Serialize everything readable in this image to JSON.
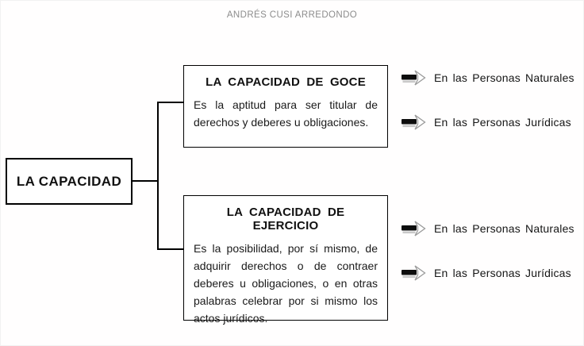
{
  "header": {
    "author": "ANDRÉS CUSI ARREDONDO"
  },
  "root": {
    "title": "LA CAPACIDAD"
  },
  "branches": [
    {
      "title": "LA CAPACIDAD DE GOCE",
      "description": "Es la aptitud para ser titular de derechos y deberes u obligaciones.",
      "targets": [
        "En las Personas Naturales",
        "En las Personas Jurídicas"
      ]
    },
    {
      "title": "LA CAPACIDAD DE EJERCICIO",
      "description": "Es la posibilidad, por sí mismo, de adquirir derechos o de contraer deberes u obligaciones, o en otras palabras celebrar por si mismo los actos jurídicos.",
      "targets": [
        "En las Personas Naturales",
        "En las Personas Jurídicas"
      ]
    }
  ],
  "icons": {
    "arrow": "striped-right-arrow"
  },
  "colors": {
    "background": "#ffffff",
    "line": "#000000",
    "text": "#1a1a1a",
    "header_text": "#8c8c8c",
    "arrow_body": "#0d0d0d",
    "arrow_outline": "#9a9a9a"
  }
}
